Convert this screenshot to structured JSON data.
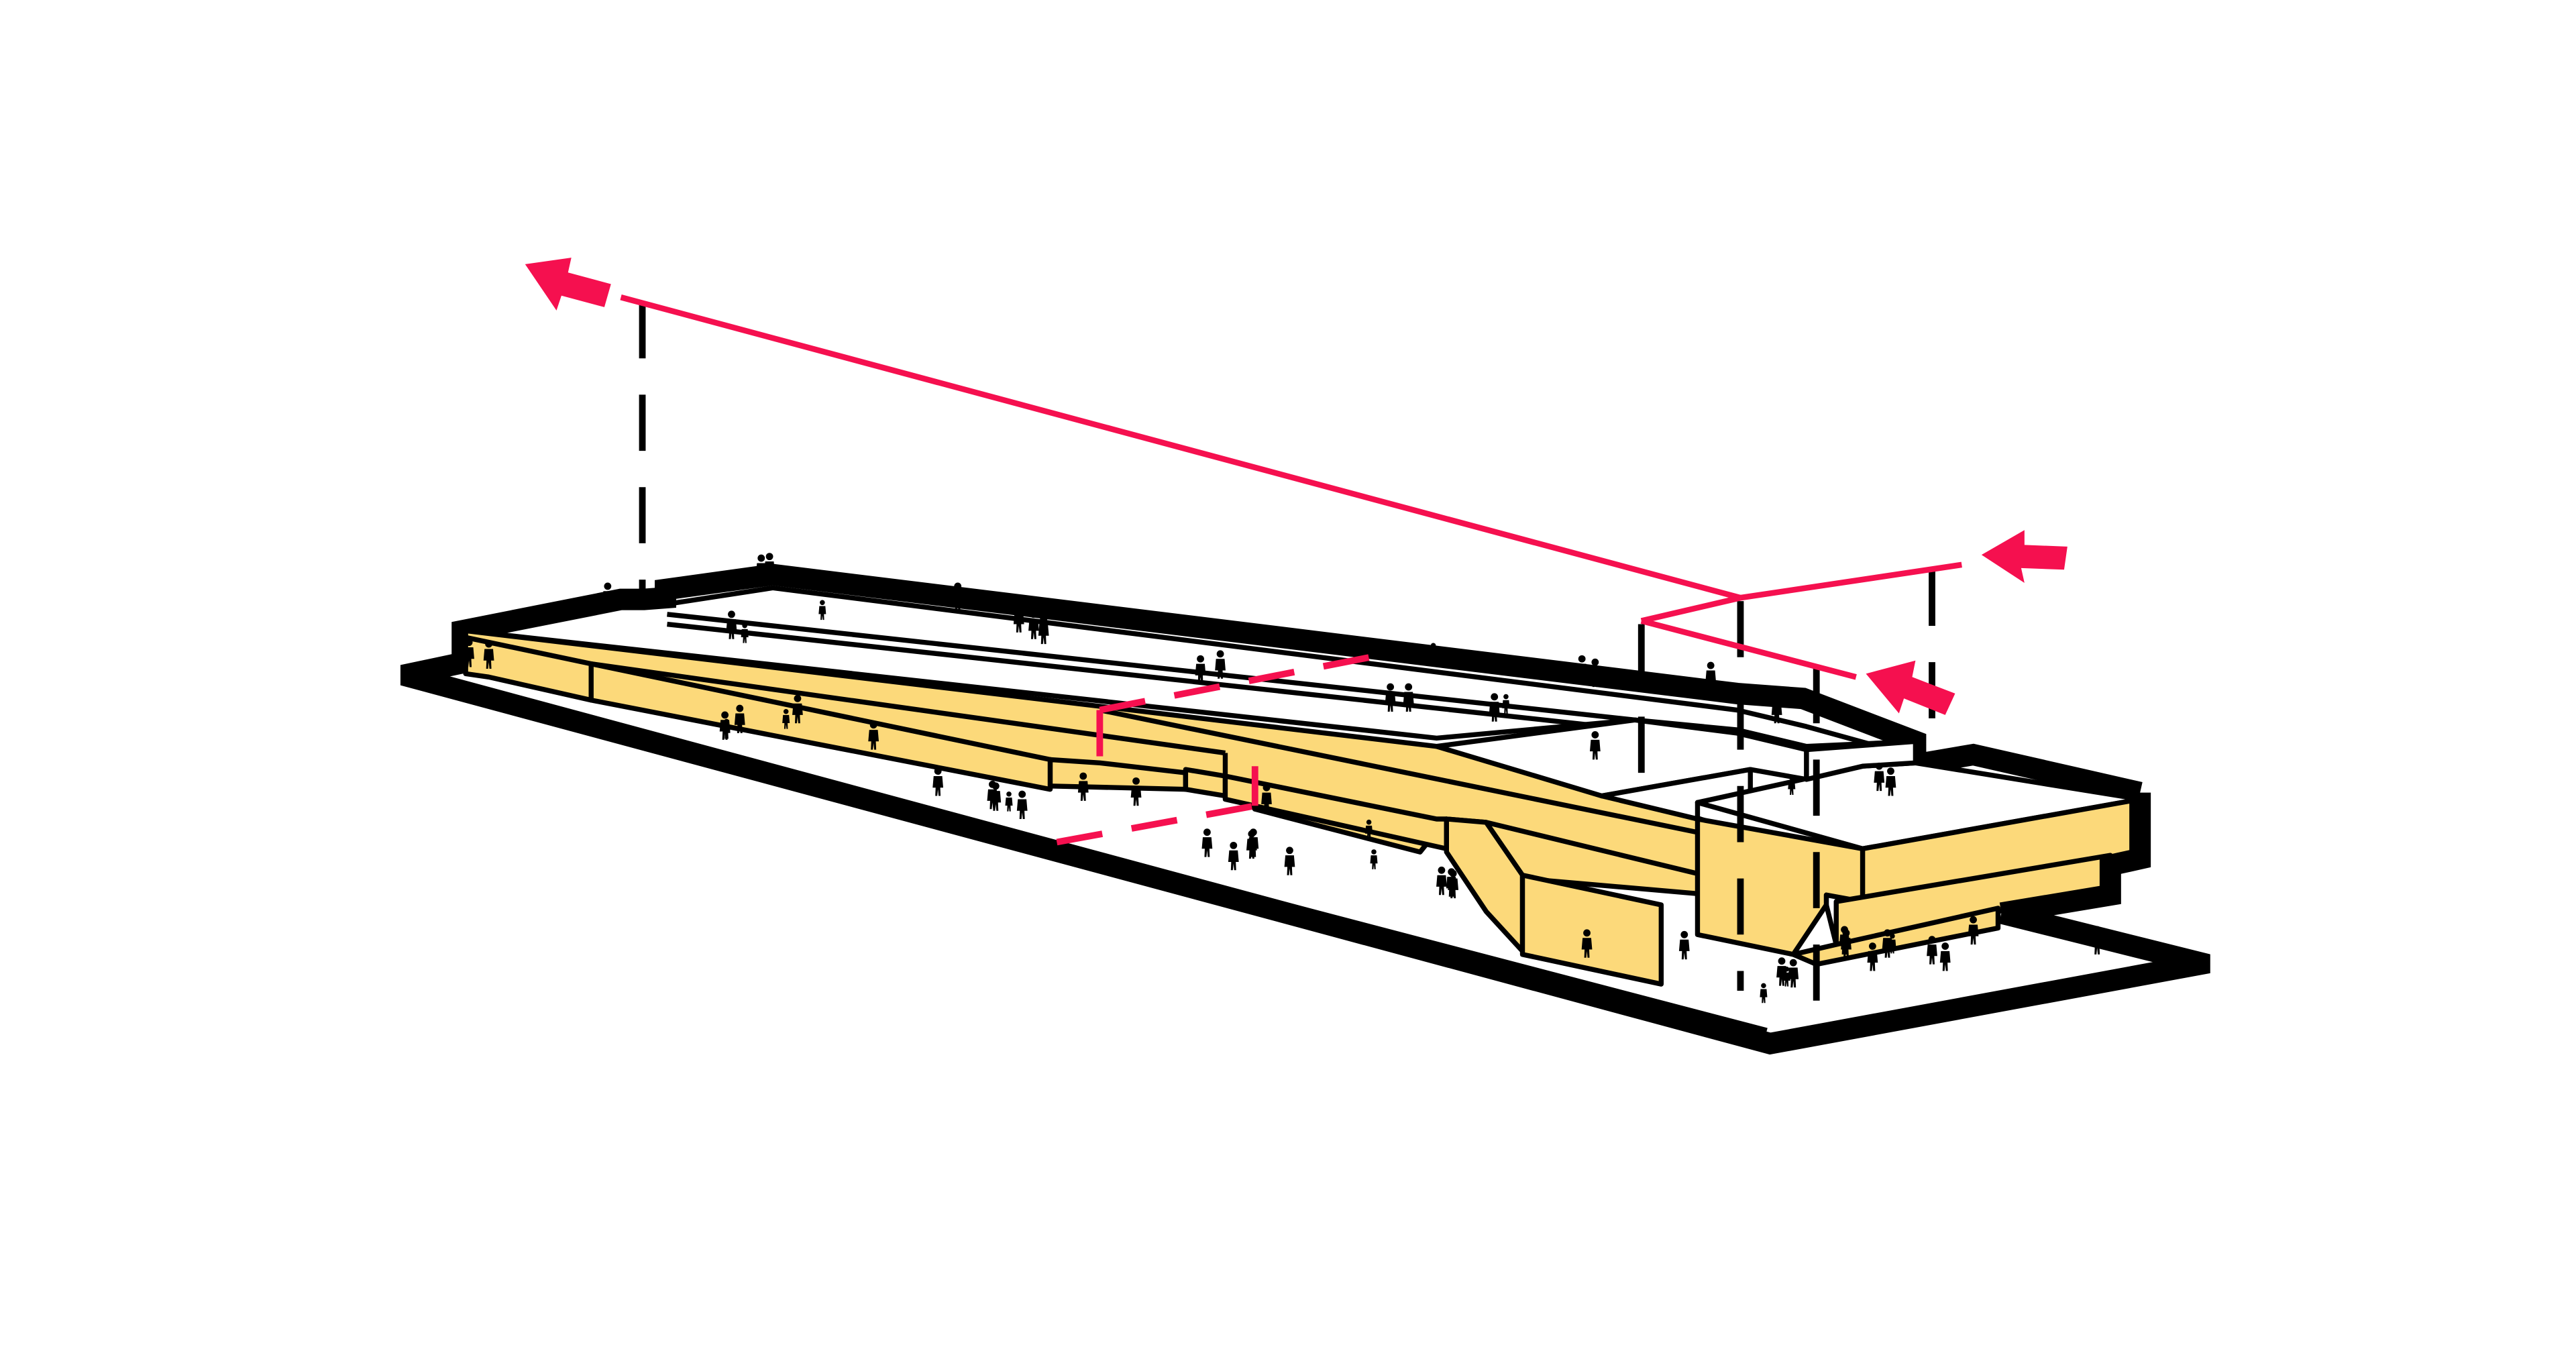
{
  "colors": {
    "building_yellow": "#FCD97A",
    "wind_arrow_red": "#F5104F",
    "outline_black": "#000000",
    "background": "#FFFFFF"
  },
  "icons": [
    "wind-arrow-icon",
    "person-icon"
  ],
  "diagram": {
    "arrows": [
      {
        "name": "arrow-northwest",
        "direction": "outgoing"
      },
      {
        "name": "arrow-east-upper",
        "direction": "incoming"
      },
      {
        "name": "arrow-east-lower",
        "direction": "incoming"
      }
    ],
    "people_count": 66
  }
}
